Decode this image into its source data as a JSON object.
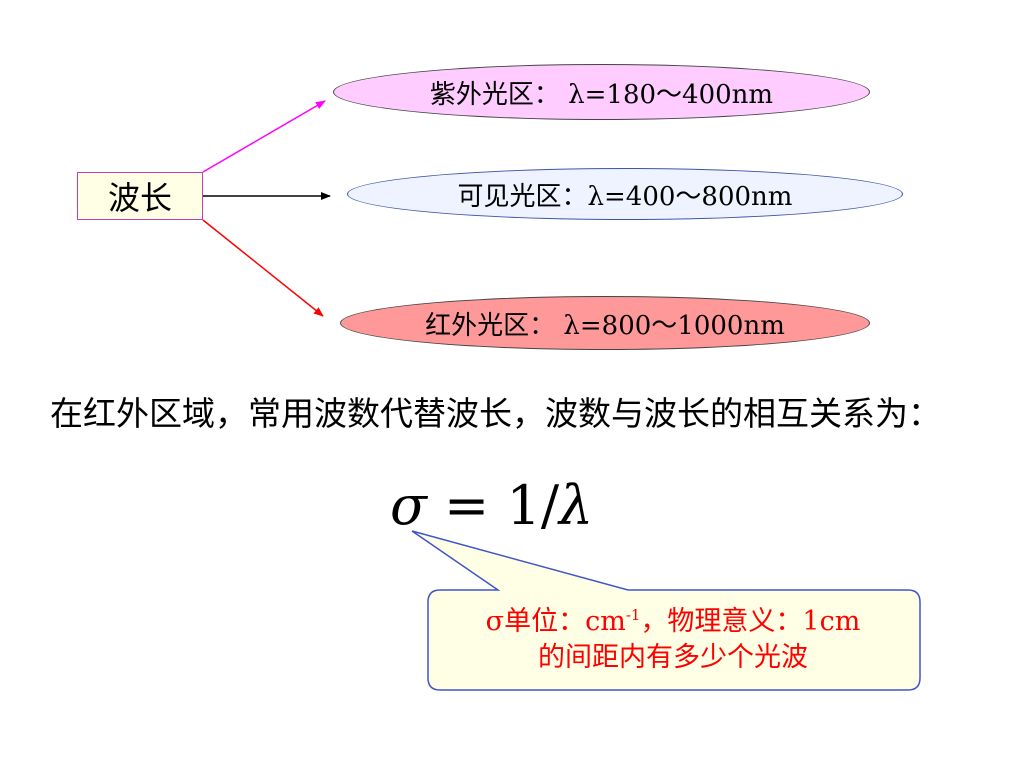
{
  "root": {
    "label": "波长"
  },
  "regions": [
    {
      "key": "uv",
      "text": "紫外光区： λ=180～400nm",
      "fill": "#ffccff",
      "arrow_color": "#ff00ff"
    },
    {
      "key": "visible",
      "text": "可见光区：λ=400～800nm",
      "fill": "#eef3ff",
      "arrow_color": "#000000"
    },
    {
      "key": "infrared",
      "text": "红外光区： λ=800～1000nm",
      "fill": "#ff9999",
      "arrow_color": "#ff0000"
    }
  ],
  "paragraph": "在红外区域，常用波数代替波长，波数与波长的相互关系为：",
  "formula": {
    "lhs": "σ",
    "eq": " = ",
    "num": "1",
    "slash": "/",
    "rhs": "λ"
  },
  "callout": {
    "line1_prefix": "σ单位：cm",
    "line1_sup": "-1",
    "line1_suffix": "，物理意义：1cm",
    "line2": "的间距内有多少个光波",
    "text_color": "#ff0000",
    "fill": "#ffffe6",
    "border": "#3f55c8"
  }
}
